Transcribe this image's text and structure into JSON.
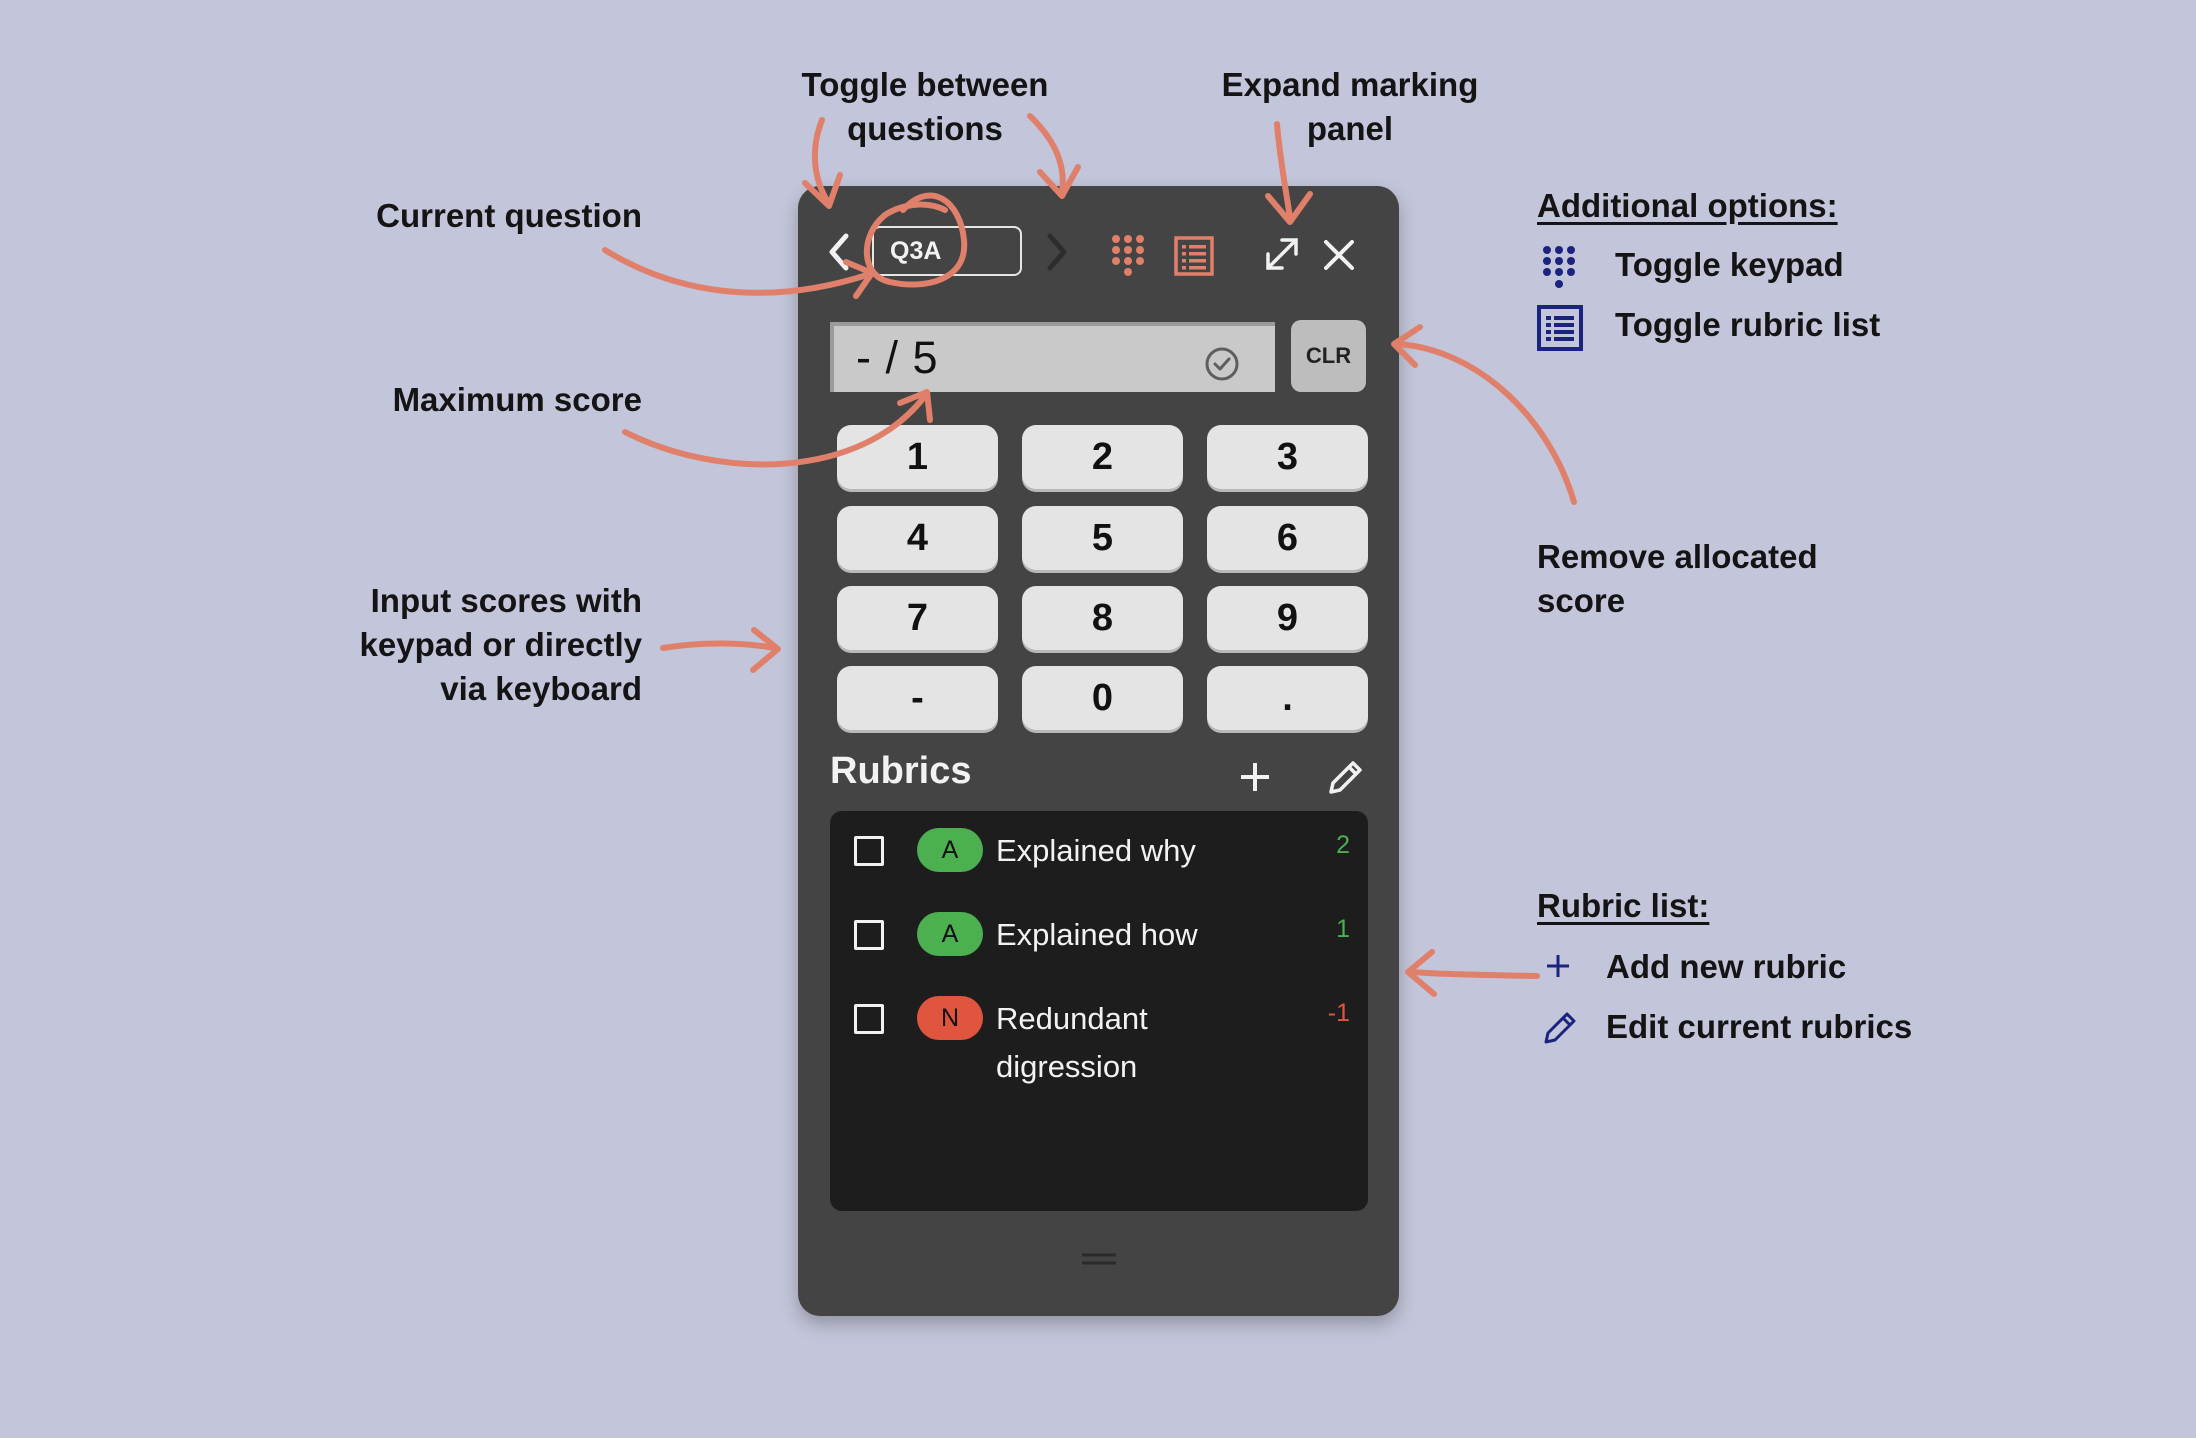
{
  "annotations": {
    "toggle_questions": "Toggle between\nquestions",
    "expand_panel": "Expand marking\npanel",
    "current_question": "Current question",
    "maximum_score": "Maximum score",
    "input_scores": "Input scores with\nkeypad or directly\nvia keyboard",
    "remove_score": "Remove allocated\nscore"
  },
  "legend_options": {
    "heading": "Additional options:",
    "items": [
      {
        "icon": "keypad-icon",
        "label": "Toggle keypad"
      },
      {
        "icon": "rubric-list-icon",
        "label": "Toggle rubric list"
      }
    ]
  },
  "legend_rubric": {
    "heading": "Rubric list:",
    "items": [
      {
        "icon": "plus-icon",
        "label": "Add new rubric"
      },
      {
        "icon": "pencil-icon",
        "label": "Edit current rubrics"
      }
    ]
  },
  "panel": {
    "question_value": "Q3A",
    "score_text": "- / 5",
    "clear_label": "CLR",
    "keys": [
      "1",
      "2",
      "3",
      "4",
      "5",
      "6",
      "7",
      "8",
      "9",
      "-",
      "0",
      "."
    ],
    "rubrics_title": "Rubrics",
    "rubrics": [
      {
        "badge": "A",
        "text": "Explained why",
        "score": "2",
        "color": "#4caf50"
      },
      {
        "badge": "A",
        "text": "Explained how",
        "score": "1",
        "color": "#4caf50"
      },
      {
        "badge": "N",
        "text": "Redundant\ndigression",
        "score": "-1",
        "color": "#e0553e"
      }
    ]
  },
  "colors": {
    "accent": "#e0806a",
    "navy": "#1a237e",
    "background": "#c3c5da",
    "panel": "#444444"
  }
}
